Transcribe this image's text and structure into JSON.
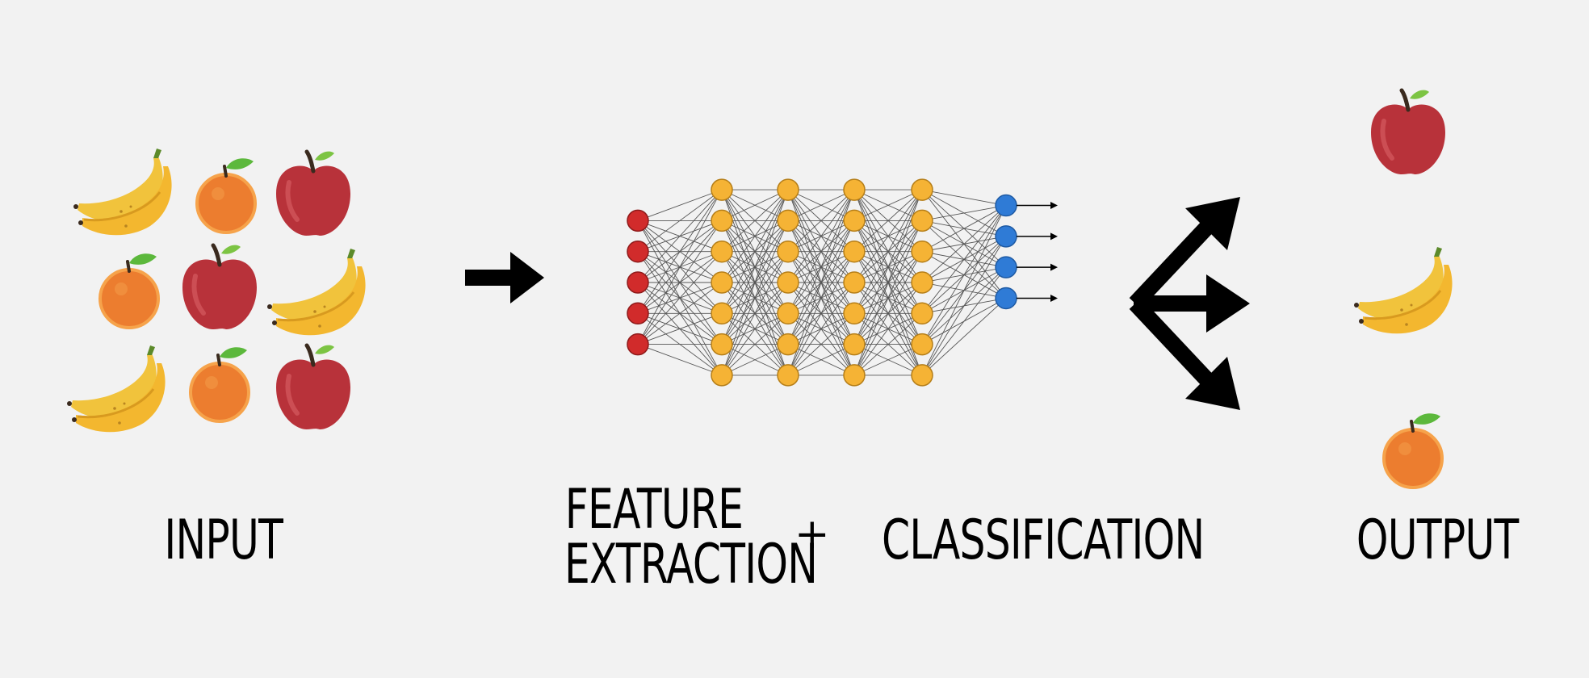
{
  "labels": {
    "input": "INPUT",
    "feature_line1": "FEATURE",
    "feature_line2": "EXTRACTION",
    "plus": "+",
    "classification": "CLASSIFICATION",
    "output": "OUTPUT"
  },
  "input_grid": [
    [
      "banana-icon",
      "orange-icon",
      "apple-icon"
    ],
    [
      "orange-icon",
      "apple-icon",
      "banana-icon"
    ],
    [
      "banana-icon",
      "orange-icon",
      "apple-icon"
    ]
  ],
  "output_items": [
    "apple-icon",
    "banana-icon",
    "orange-icon"
  ],
  "network": {
    "input_nodes": 5,
    "hidden_layers": [
      7,
      7,
      7,
      7
    ],
    "output_nodes": 4
  },
  "colors": {
    "background": "#f2f2f2",
    "input_node": "#d12b2b",
    "hidden_node": "#f5b335",
    "output_node": "#2f7bd6",
    "apple": "#b8323a",
    "orange": "#ec7d2f",
    "banana": "#f1c33c",
    "leaf": "#5cb83c",
    "arrow": "#000000"
  }
}
